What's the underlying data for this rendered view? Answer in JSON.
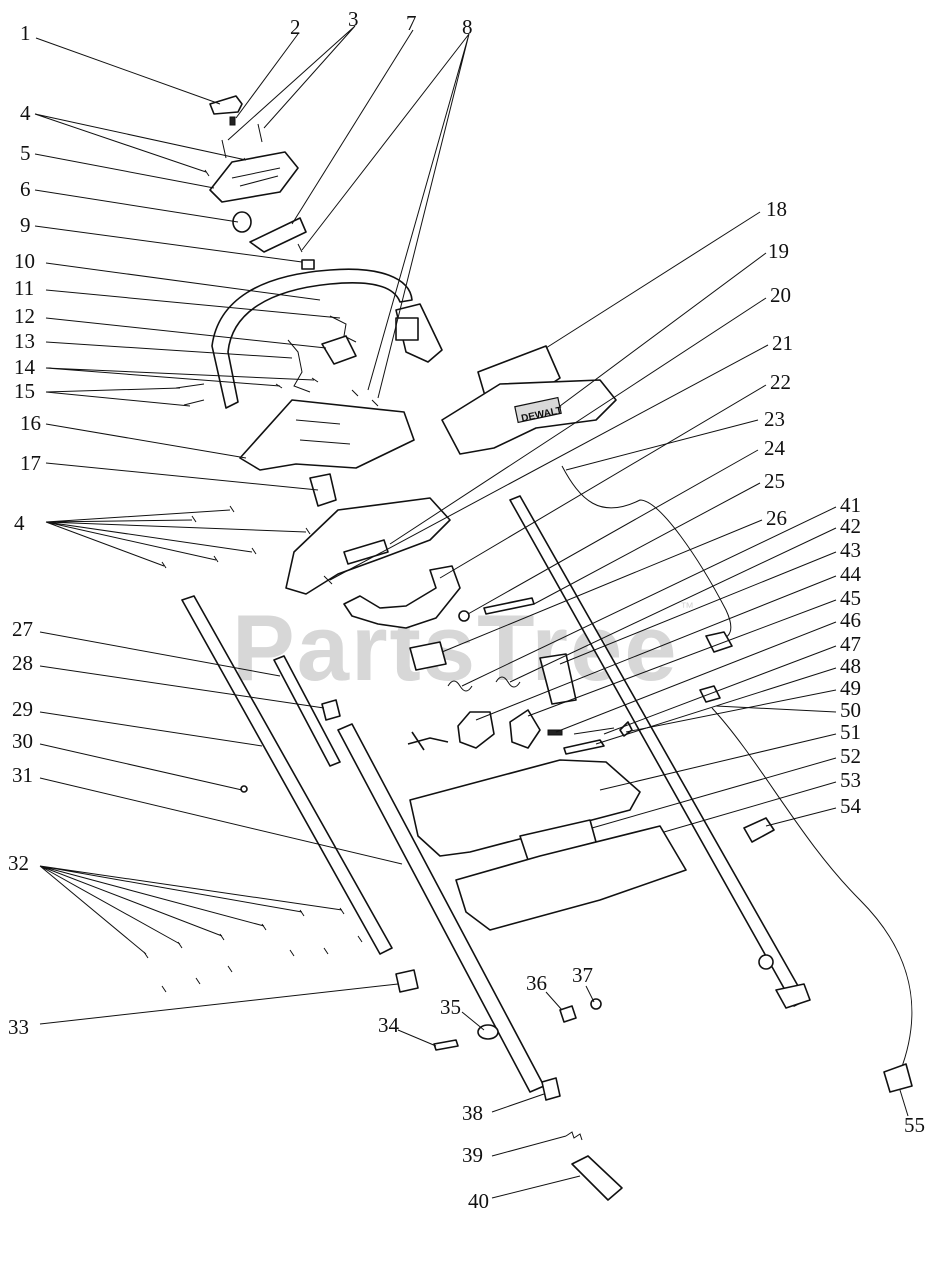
{
  "watermark": {
    "text": "PartsTree",
    "trademark": "™"
  },
  "brand_mark": "DEWALT",
  "part_numbers": [
    "1",
    "2",
    "3",
    "4",
    "5",
    "6",
    "7",
    "8",
    "9",
    "10",
    "11",
    "12",
    "13",
    "14",
    "15",
    "16",
    "17",
    "4",
    "18",
    "19",
    "20",
    "21",
    "22",
    "23",
    "24",
    "25",
    "26",
    "27",
    "28",
    "29",
    "30",
    "31",
    "32",
    "33",
    "34",
    "35",
    "36",
    "37",
    "38",
    "39",
    "40",
    "41",
    "42",
    "43",
    "44",
    "45",
    "46",
    "47",
    "48",
    "49",
    "50",
    "51",
    "52",
    "53",
    "54",
    "55"
  ]
}
